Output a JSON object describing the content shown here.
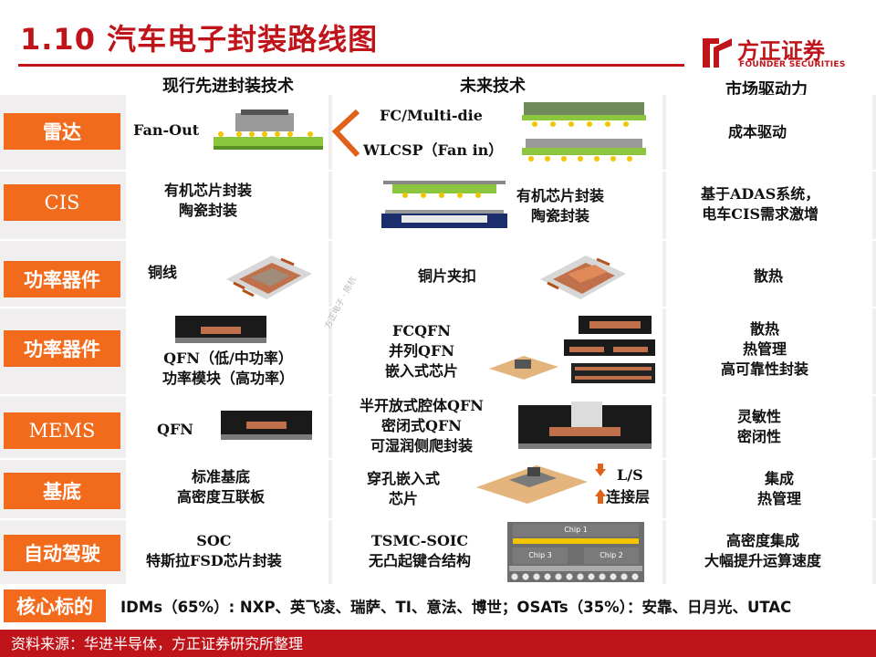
{
  "title": "1.10 汽车电子封装路线图",
  "logo": {
    "cn": "方正证券",
    "en": "FOUNDER SECURITIES",
    "color": "#c0141b"
  },
  "colors": {
    "accent": "#c0141b",
    "label_bg": "#f26b1d",
    "row_band": "#f0eeee"
  },
  "columns": [
    "现行先进封装技术",
    "未来技术",
    "市场驱动力"
  ],
  "rows": [
    {
      "label": "雷达",
      "current": "Fan-Out",
      "future": [
        "FC/Multi-die",
        "WLCSP（Fan in）"
      ],
      "driver": "成本驱动"
    },
    {
      "label": "CIS",
      "current": "有机芯片封装\n陶瓷封装",
      "future": "有机芯片封装\n陶瓷封装",
      "driver": "基于ADAS系统，\n电车CIS需求激增"
    },
    {
      "label": "功率器件",
      "current": "铜线",
      "future": "铜片夹扣",
      "driver": "散热"
    },
    {
      "label": "功率器件",
      "current": "QFN（低/中功率）\n功率模块（高功率）",
      "future": "FCQFN\n并列QFN\n嵌入式芯片",
      "driver": "散热\n热管理\n高可靠性封装"
    },
    {
      "label": "MEMS",
      "current": "QFN",
      "future": "半开放式腔体QFN\n密闭式QFN\n可湿润侧爬封装",
      "driver": "灵敏性\n密闭性"
    },
    {
      "label": "基底",
      "current": "标准基底\n高密度互联板",
      "future": "穿孔嵌入式\n芯片",
      "future_side": [
        "L/S",
        "连接层"
      ],
      "driver": "集成\n热管理"
    },
    {
      "label": "自动驾驶",
      "current": "SOC\n特斯拉FSD芯片封装",
      "future": "TSMC-SOIC\n无凸起键合结构",
      "future_chips": [
        "Chip 1",
        "Chip 3",
        "Chip 2"
      ],
      "driver": "高密度集成\n大幅提升运算速度"
    }
  ],
  "key_targets": {
    "label": "核心标的",
    "text": "IDMs（65%）: NXP、英飞凌、瑞萨、TI、意法、博世；OSATs（35%）：安靠、日月光、UTAC"
  },
  "watermark": "方正电子 · 陈杭",
  "footer": "资料来源：华进半导体，方正证券研究所整理"
}
